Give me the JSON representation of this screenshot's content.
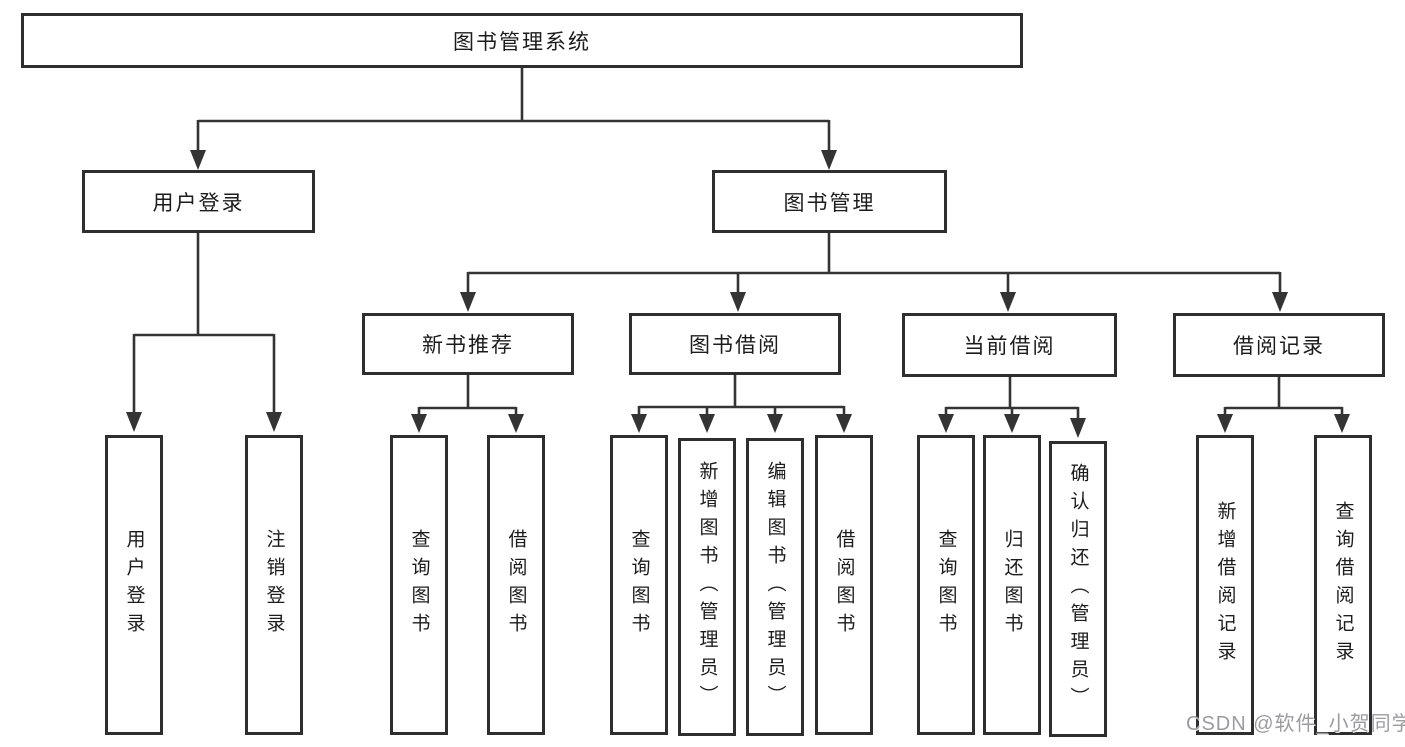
{
  "diagram": {
    "root": {
      "label": "图书管理系统"
    },
    "level2": {
      "user_login": {
        "label": "用户登录"
      },
      "book_mgmt": {
        "label": "图书管理"
      }
    },
    "level3": {
      "new_book_rec": {
        "label": "新书推荐"
      },
      "book_borrow": {
        "label": "图书借阅"
      },
      "current_borrow": {
        "label": "当前借阅"
      },
      "borrow_records": {
        "label": "借阅记录"
      }
    },
    "leaves": {
      "user_login_children": [
        "用户登录",
        "注销登录"
      ],
      "new_book_rec_children": [
        "查询图书",
        "借阅图书"
      ],
      "book_borrow_children": [
        "查询图书",
        "新增图书（管理员）",
        "编辑图书（管理员）",
        "借阅图书"
      ],
      "current_borrow_children": [
        "查询图书",
        "归还图书",
        "确认归还（管理员）"
      ],
      "borrow_records_children": [
        "新增借阅记录",
        "查询借阅记录"
      ]
    },
    "line_color": "#343434"
  },
  "watermark": {
    "text": "CSDN @软件_小贺同学"
  }
}
